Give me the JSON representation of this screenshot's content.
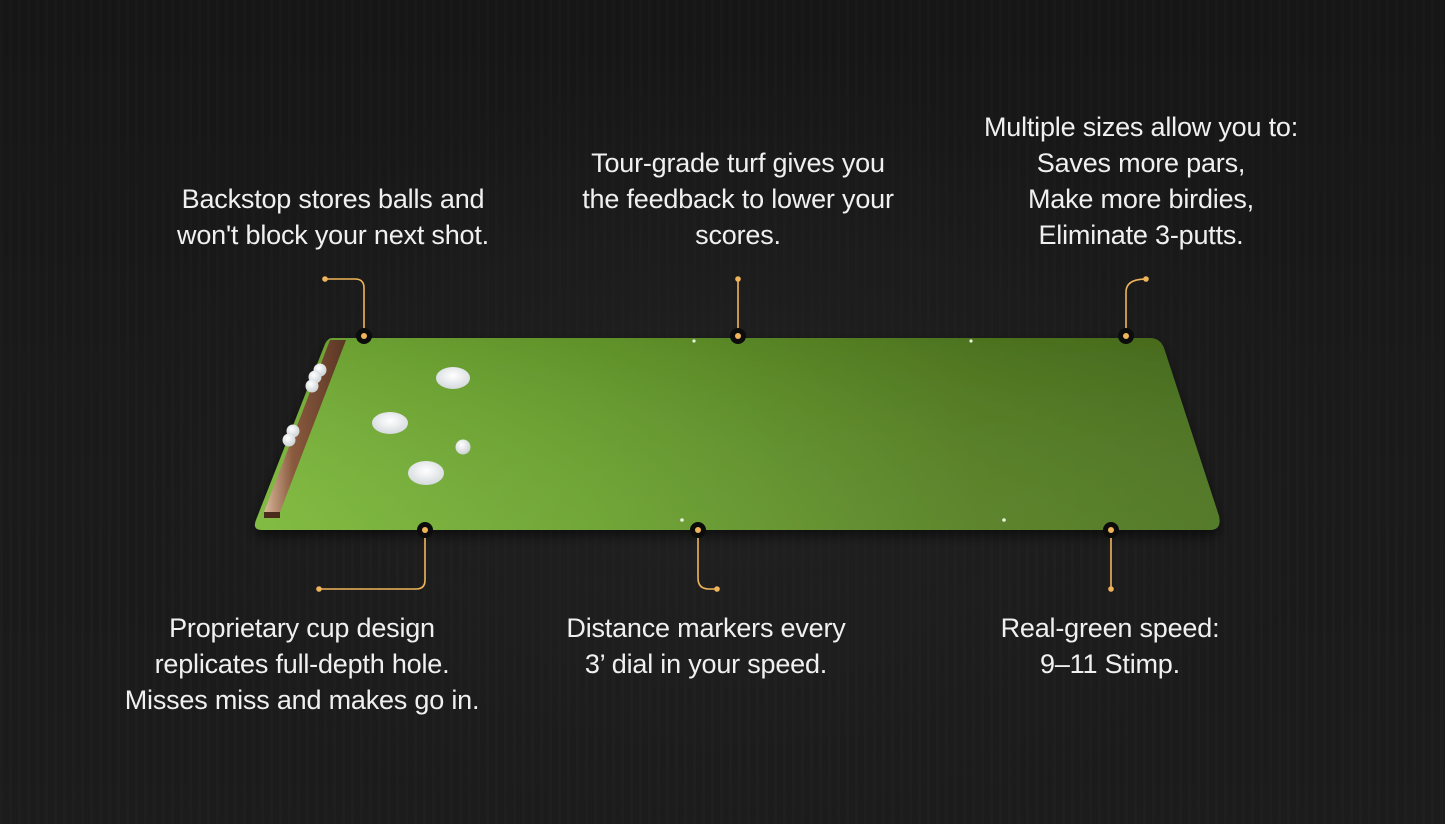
{
  "colors": {
    "background": "#181818",
    "turf_light": "#7db83a",
    "turf_dark": "#4f7a1c",
    "callout_line": "#f0b55a",
    "text": "#f0f0f0",
    "backstop_wood": "#6b4330"
  },
  "callouts": {
    "backstop": {
      "lines": [
        "Backstop stores balls and",
        "won't block your next shot."
      ]
    },
    "turf": {
      "lines": [
        "Tour-grade turf gives you",
        "the feedback to lower your",
        "scores."
      ]
    },
    "sizes": {
      "lines": [
        "Multiple sizes allow you to:",
        "Saves more pars,",
        "Make more birdies,",
        "Eliminate 3-putts."
      ]
    },
    "cup": {
      "lines": [
        "Proprietary cup design",
        "replicates full-depth hole.",
        "Misses miss and makes go in."
      ]
    },
    "markers": {
      "lines": [
        "Distance markers every",
        "3’ dial in your speed."
      ]
    },
    "speed": {
      "lines": [
        "Real-green speed:",
        "9–11 Stimp."
      ]
    }
  },
  "product": {
    "name": "putting-green-mat",
    "cups": 3,
    "balls_on_turf": 1,
    "balls_in_backstop": 5
  }
}
